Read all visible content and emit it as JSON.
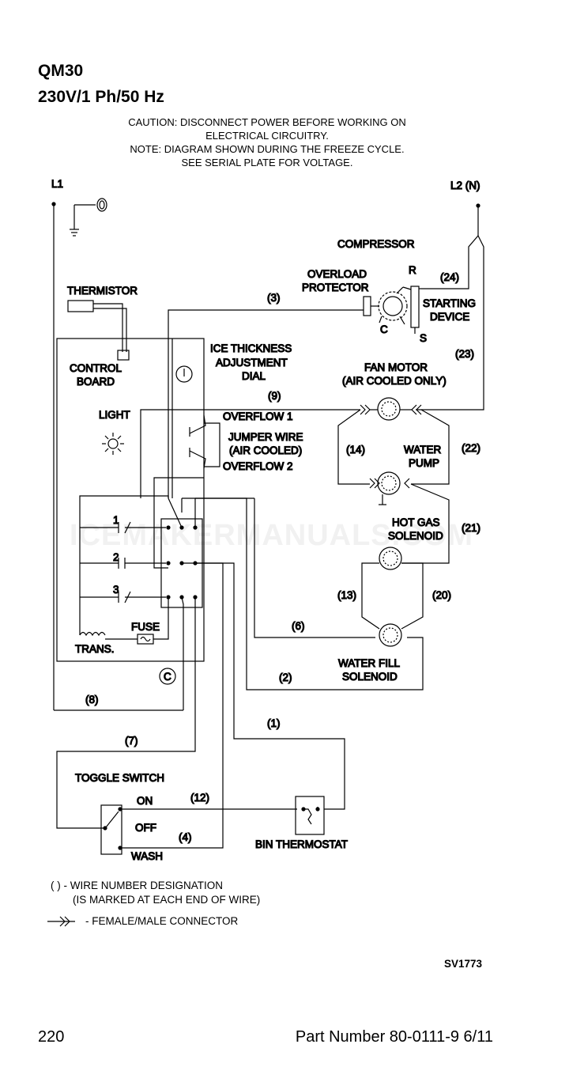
{
  "header": {
    "model": "QM30",
    "power": "230V/1 Ph/50 Hz"
  },
  "caution": [
    "CAUTION: DISCONNECT POWER BEFORE WORKING ON",
    "ELECTRICAL CIRCUITRY.",
    "NOTE: DIAGRAM SHOWN DURING THE FREEZE CYCLE.",
    "SEE SERIAL PLATE FOR VOLTAGE."
  ],
  "labels": {
    "l1": "L1",
    "l2": "L2 (N)",
    "compressor": "COMPRESSOR",
    "overload_1": "OVERLOAD",
    "overload_2": "PROTECTOR",
    "r": "R",
    "c": "C",
    "s": "S",
    "starting_1": "STARTING",
    "starting_2": "DEVICE",
    "thermistor": "THERMISTOR",
    "control_1": "CONTROL",
    "control_2": "BOARD",
    "ice_1": "ICE THICKNESS",
    "ice_2": "ADJUSTMENT",
    "ice_3": "DIAL",
    "fan_1": "FAN MOTOR",
    "fan_2": "(AIR COOLED ONLY)",
    "light": "LIGHT",
    "overflow1": "OVERFLOW 1",
    "jumper_1": "JUMPER WIRE",
    "jumper_2": "(AIR COOLED)",
    "overflow2": "OVERFLOW 2",
    "water_1": "WATER",
    "water_2": "PUMP",
    "hotgas_1": "HOT GAS",
    "hotgas_2": "SOLENOID",
    "relay1": "1",
    "relay2": "2",
    "relay3": "3",
    "fuse": "FUSE",
    "trans": "TRANS.",
    "fill_1": "WATER FILL",
    "fill_2": "SOLENOID",
    "c_circle": "C",
    "toggle": "TOGGLE SWITCH",
    "on": "ON",
    "off": "OFF",
    "wash": "WASH",
    "bin": "BIN THERMOSTAT"
  },
  "wires": {
    "w1": "(1)",
    "w2": "(2)",
    "w3": "(3)",
    "w4": "(4)",
    "w6": "(6)",
    "w7": "(7)",
    "w8": "(8)",
    "w9": "(9)",
    "w12": "(12)",
    "w13": "(13)",
    "w14": "(14)",
    "w20": "(20)",
    "w21": "(21)",
    "w22": "(22)",
    "w23": "(23)",
    "w24": "(24)"
  },
  "watermark": "ICEMAKERMANUALS.COM",
  "legend": {
    "wire_1": "( ) - WIRE NUMBER DESIGNATION",
    "wire_2": "(IS MARKED AT EACH END OF WIRE)",
    "connector": "- FEMALE/MALE CONNECTOR"
  },
  "diagram_code": "SV1773",
  "footer": {
    "page": "220",
    "part": "Part Number 80-0111-9 6/11"
  }
}
